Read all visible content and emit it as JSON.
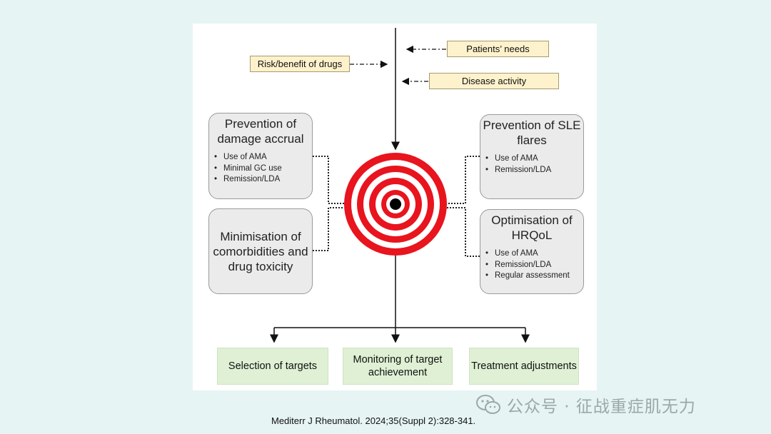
{
  "inputs": {
    "risk_benefit": "Risk/benefit of drugs",
    "patients_needs": "Patients’ needs",
    "disease_activity": "Disease activity"
  },
  "left_top": {
    "title": "Prevention of damage accrual",
    "bullets": [
      "Use of AMA",
      "Minimal GC use",
      "Remission/LDA"
    ]
  },
  "left_bottom": {
    "title": "Minimisation of comorbidities and drug toxicity"
  },
  "right_top": {
    "title": "Prevention of SLE flares",
    "bullets": [
      "Use of AMA",
      "Remission/LDA"
    ]
  },
  "right_bottom": {
    "title": "Optimisation of HRQoL",
    "bullets": [
      "Use of AMA",
      "Remission/LDA",
      "Regular assessment"
    ]
  },
  "outputs": {
    "selection": "Selection of targets",
    "monitoring": "Monitoring of target achievement",
    "treatment": "Treatment adjustments"
  },
  "citation": "Mediterr J Rheumatol. 2024;35(Suppl 2):328-341.",
  "watermark": "公众号 · 征战重症肌无力",
  "colors": {
    "target_red": "#e8141e",
    "yellow_box": "#fdf2cc",
    "green_box": "#dff0d4",
    "grey_box": "#ebebeb"
  }
}
